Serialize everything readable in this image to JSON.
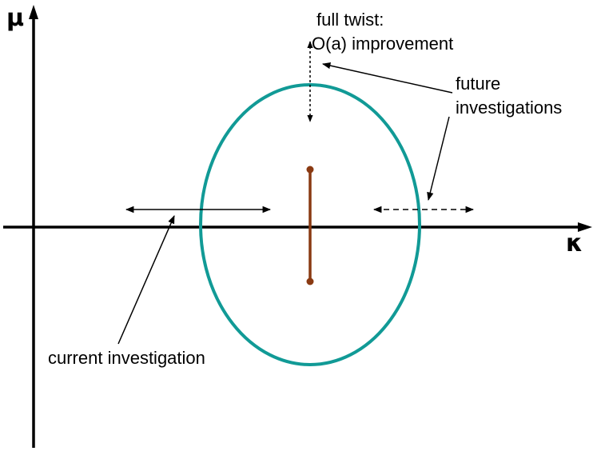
{
  "axes": {
    "vertical_label": "μ",
    "horizontal_label": "κ"
  },
  "annotations": {
    "full_twist_line1": "full twist:",
    "full_twist_line2": "O(a) improvement",
    "future_line1": "future",
    "future_line2": "investigations",
    "current": "current investigation"
  },
  "colors": {
    "ellipse": "#119a96",
    "segment": "#8a3a12",
    "ink": "#000000"
  }
}
